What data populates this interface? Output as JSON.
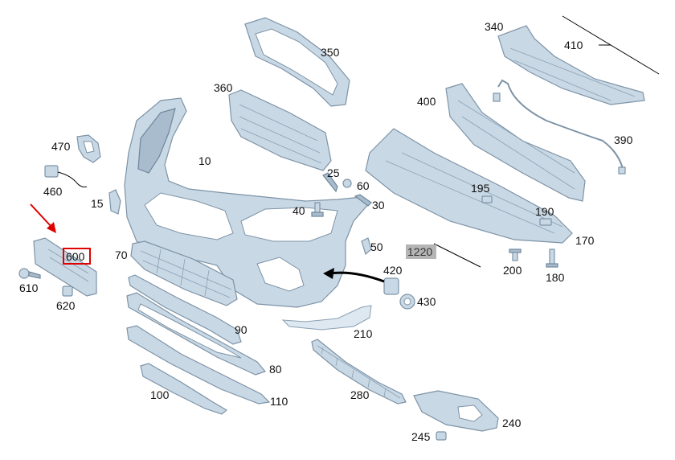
{
  "labels": {
    "p10": "10",
    "p15": "15",
    "p25": "25",
    "p30": "30",
    "p40": "40",
    "p50": "50",
    "p60": "60",
    "p70": "70",
    "p80": "80",
    "p90": "90",
    "p100": "100",
    "p110": "110",
    "p170": "170",
    "p180": "180",
    "p190": "190",
    "p195": "195",
    "p200": "200",
    "p210": "210",
    "p240": "240",
    "p245": "245",
    "p280": "280",
    "p340": "340",
    "p350": "350",
    "p360": "360",
    "p390": "390",
    "p400": "400",
    "p410": "410",
    "p420": "420",
    "p430": "430",
    "p460": "460",
    "p470": "470",
    "p600": "600",
    "p610": "610",
    "p620": "620",
    "p1220": "1220"
  },
  "highlight": {
    "part": "600",
    "box_color": "#e00000",
    "arrow_color": "#e00000"
  },
  "colors": {
    "part_fill": "#c9d8e5",
    "part_stroke": "#7d93a6",
    "label_bg_1220": "#b5b5b5"
  }
}
